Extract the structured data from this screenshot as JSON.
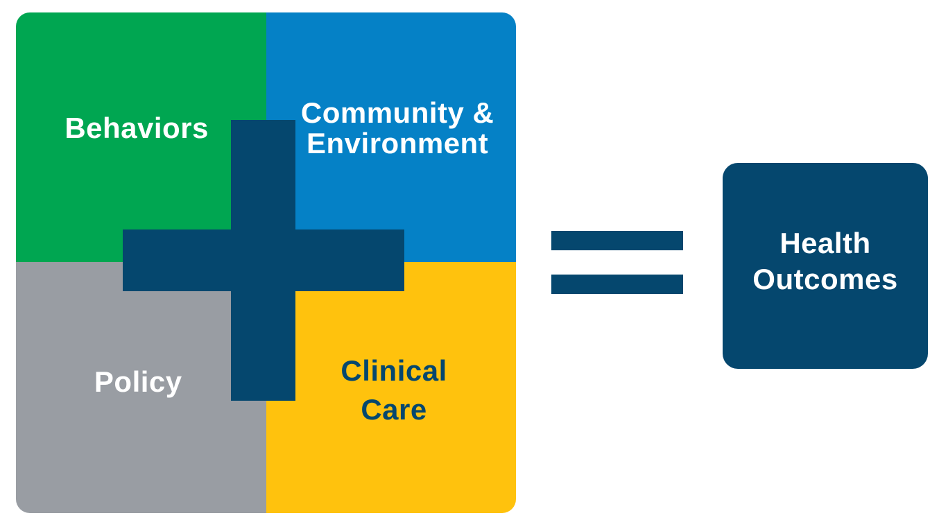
{
  "diagram": {
    "title": "Health factors equation diagram",
    "quadrants": {
      "behaviors": {
        "label": "Behaviors",
        "color": "#00A651",
        "text_color": "#FFFFFF"
      },
      "community": {
        "label": "Community & Environment",
        "line1": "Community &",
        "line2": "Environment",
        "color": "#0581C6",
        "text_color": "#FFFFFF"
      },
      "policy": {
        "label": "Policy",
        "color": "#999DA3",
        "text_color": "#FFFFFF"
      },
      "clinical": {
        "label": "Clinical Care",
        "line1": "Clinical",
        "line2": "Care",
        "color": "#FFC20D",
        "text_color": "#05476E"
      }
    },
    "operators": {
      "plus": {
        "icon": "plus-icon",
        "color": "#05476E"
      },
      "equals": {
        "icon": "equals-icon",
        "color": "#05476E"
      }
    },
    "result": {
      "label": "Health Outcomes",
      "line1": "Health",
      "line2": "Outcomes",
      "color": "#05476E",
      "text_color": "#FFFFFF"
    },
    "background_color": "#FFFFFF"
  }
}
